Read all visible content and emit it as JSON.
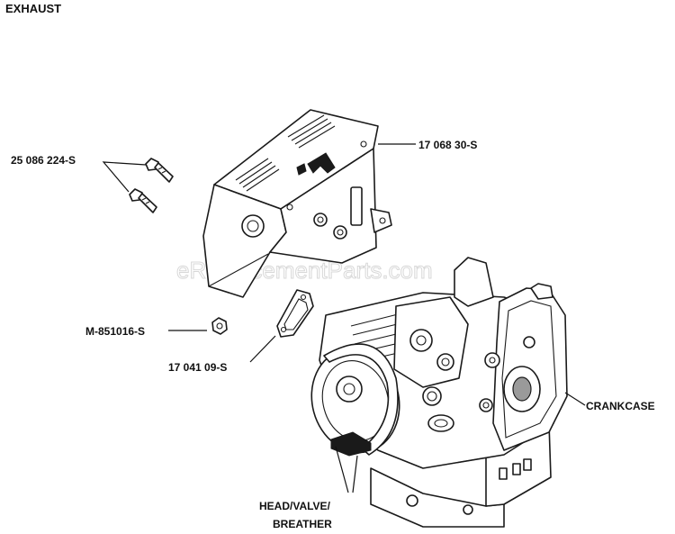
{
  "title": "EXHAUST",
  "watermark": "eReplacementParts.com",
  "labels": {
    "screws": "25 086 224-S",
    "muffler": "17 068 30-S",
    "nut": "M-851016-S",
    "gasket": "17 041 09-S",
    "crankcase": "CRANKCASE",
    "head_line1": "HEAD/VALVE/",
    "head_line2": "BREATHER"
  }
}
